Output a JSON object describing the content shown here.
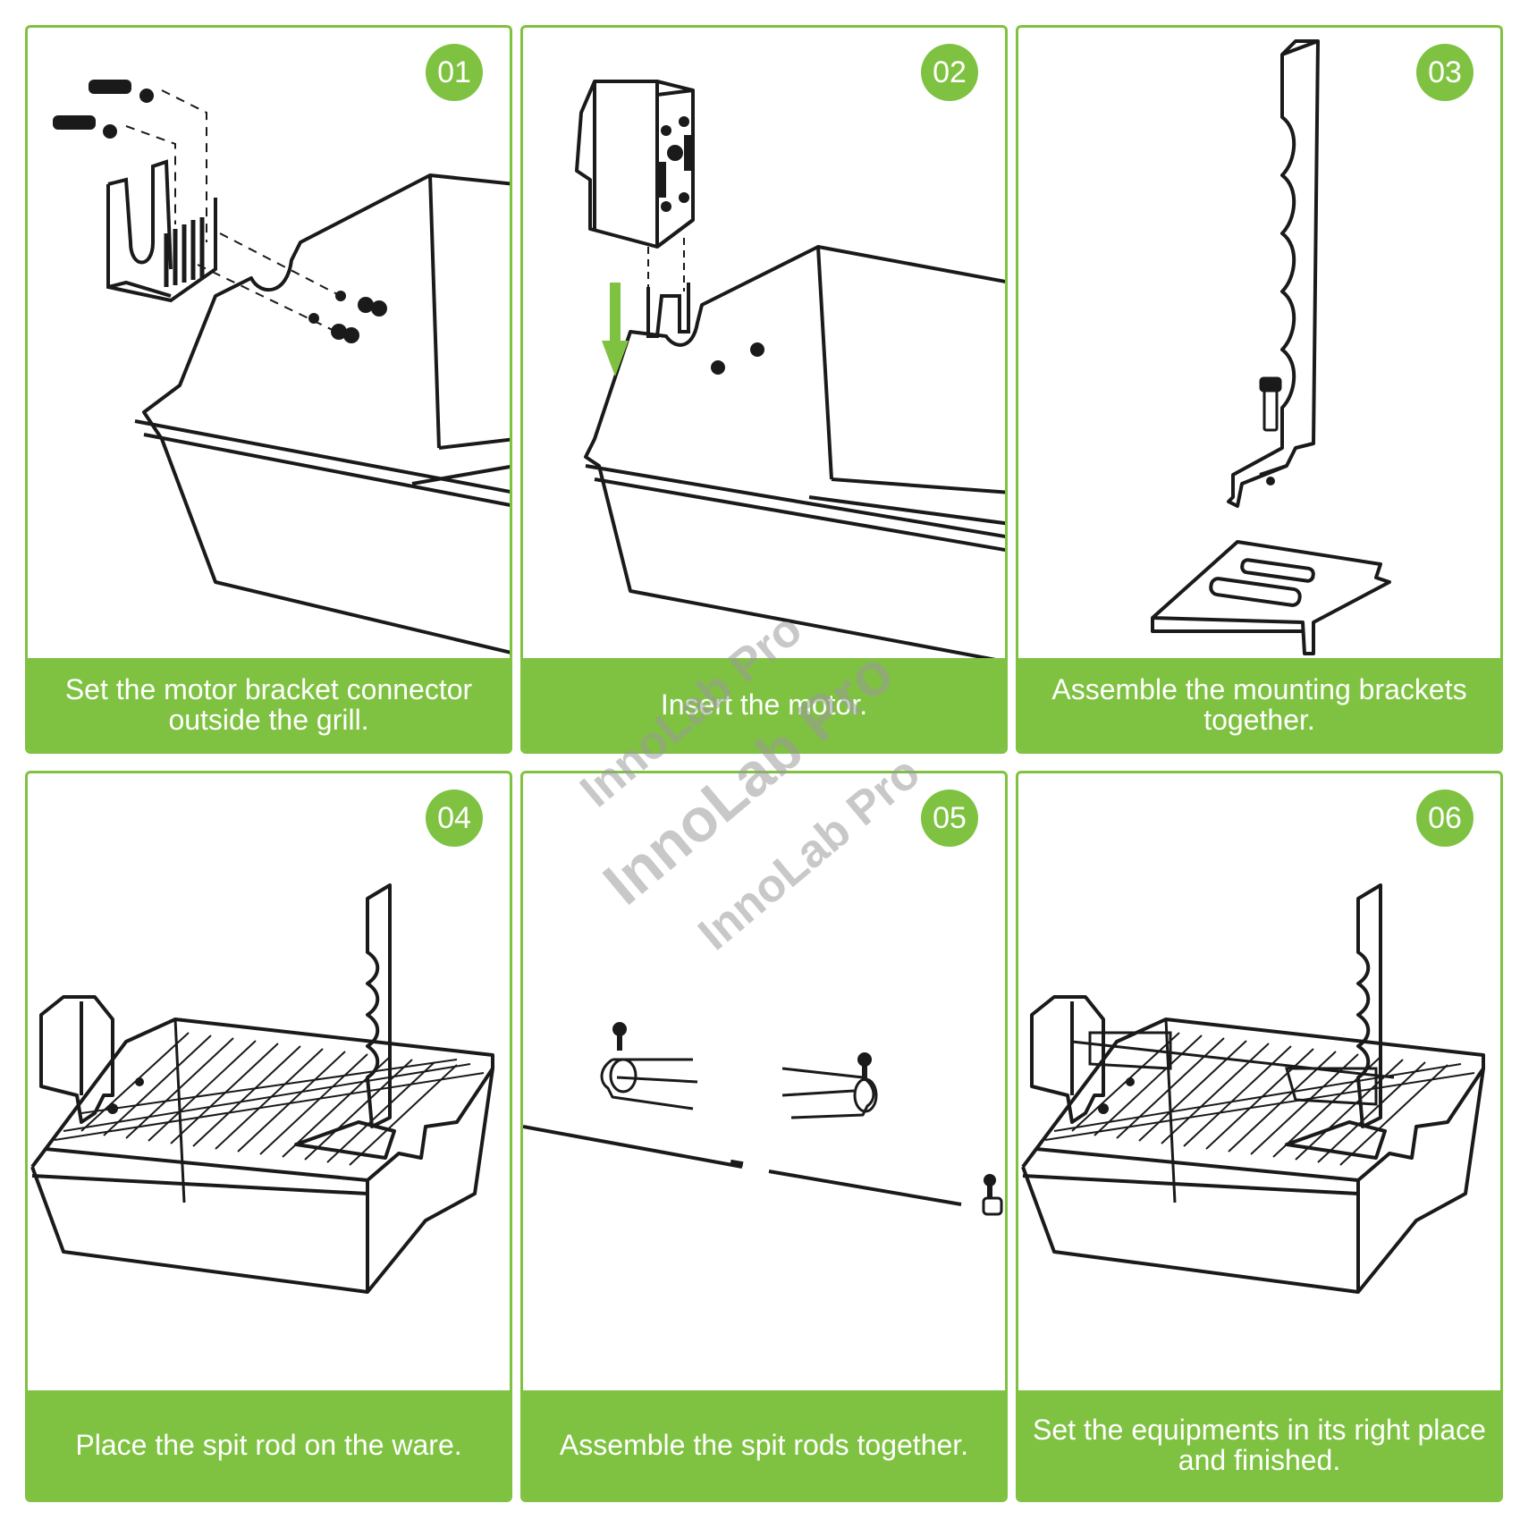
{
  "steps": [
    {
      "number": "01",
      "caption": "Set the motor bracket connector outside the grill."
    },
    {
      "number": "02",
      "caption": "Insert the motor."
    },
    {
      "number": "03",
      "caption": "Assemble the mounting brackets together."
    },
    {
      "number": "04",
      "caption": "Place the spit rod on the ware."
    },
    {
      "number": "05",
      "caption": "Assemble the spit rods together."
    },
    {
      "number": "06",
      "caption": "Set the equipments in its right place and finished."
    }
  ],
  "watermark": [
    "InnoLab Pro",
    "InnoLab Pro",
    "InnoLab Pro"
  ],
  "colors": {
    "accent": "#7fc241",
    "line": "#1a1a1a"
  }
}
